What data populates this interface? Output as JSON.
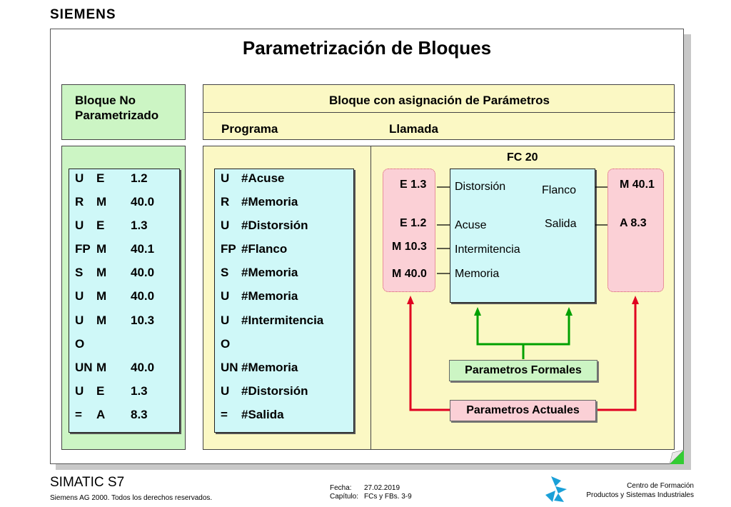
{
  "brand": "SIEMENS",
  "title": "Parametrización de Bloques",
  "left_header": {
    "line1": "Bloque  No",
    "line2": "Parametrizado"
  },
  "right_header": {
    "title": "Bloque con asignación de Parámetros",
    "col1": "Programa",
    "col2": "Llamada"
  },
  "left_code": [
    [
      "U",
      "E",
      "1.2"
    ],
    [
      "R",
      "M",
      "40.0"
    ],
    [
      "U",
      "E",
      "1.3"
    ],
    [
      "FP",
      "M",
      "40.1"
    ],
    [
      "S",
      "M",
      "40.0"
    ],
    [
      "U",
      "M",
      "40.0"
    ],
    [
      "U",
      "M",
      "10.3"
    ],
    [
      "O",
      "",
      ""
    ],
    [
      "UN",
      "M",
      "40.0"
    ],
    [
      "U",
      "E",
      "1.3"
    ],
    [
      "=",
      "A",
      "8.3"
    ]
  ],
  "prog_code": [
    [
      "U",
      "#Acuse"
    ],
    [
      "R",
      "#Memoria"
    ],
    [
      "U",
      "#Distorsión"
    ],
    [
      "FP",
      "#Flanco"
    ],
    [
      "S",
      "#Memoria"
    ],
    [
      "U",
      "#Memoria"
    ],
    [
      "U",
      "#Intermitencia"
    ],
    [
      "O",
      ""
    ],
    [
      "UN",
      "#Memoria"
    ],
    [
      "U",
      "#Distorsión"
    ],
    [
      "=",
      "#Salida"
    ]
  ],
  "fc": {
    "name": "FC 20",
    "inputs": [
      "Distorsión",
      "Acuse",
      "Intermitencia",
      "Memoria"
    ],
    "outputs": [
      "Flanco",
      "Salida"
    ],
    "actual_inputs": [
      "E 1.3",
      "E 1.2",
      "M 10.3",
      "M 40.0"
    ],
    "actual_outputs": [
      "M 40.1",
      "A 8.3"
    ],
    "formal_label": "Parametros Formales",
    "actual_label": "Parametros Actuales",
    "green": "#00a000",
    "red": "#e00020"
  },
  "footer": {
    "product": "SIMATIC S7",
    "copyright": "Siemens AG 2000. Todos los derechos reservados.",
    "fecha_label": "Fecha:",
    "fecha": "27.02.2019",
    "capitulo_label": "Capítulo:",
    "capitulo": "FCs y FBs. 3-9",
    "center1": "Centro de Formación",
    "center2": "Productos y Sistemas Industriales"
  }
}
